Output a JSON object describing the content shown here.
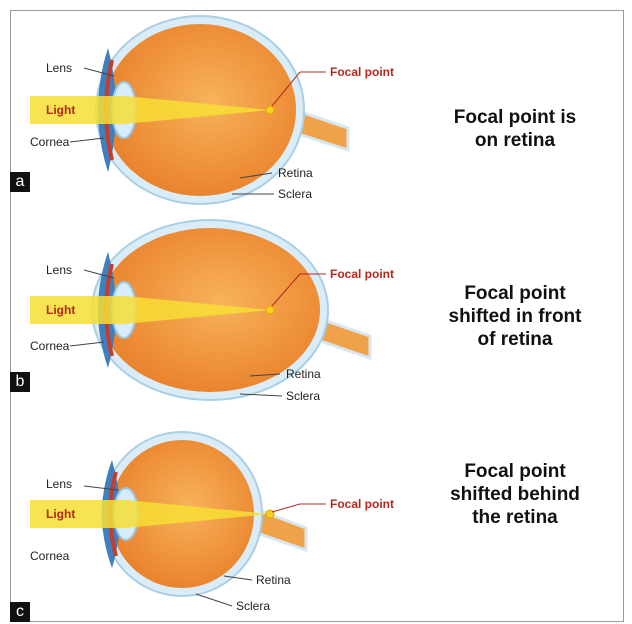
{
  "panels": [
    {
      "tag": "a",
      "labels": {
        "lens": "Lens",
        "light": "Light",
        "cornea": "Cornea",
        "focal": "Focal point",
        "retina": "Retina",
        "sclera": "Sclera"
      },
      "caption": [
        "Focal point is",
        "on retina"
      ],
      "focus": "on-retina"
    },
    {
      "tag": "b",
      "labels": {
        "lens": "Lens",
        "light": "Light",
        "cornea": "Cornea",
        "focal": "Focal point",
        "retina": "Retina",
        "sclera": "Sclera"
      },
      "caption": [
        "Focal point",
        "shifted in front",
        "of retina"
      ],
      "focus": "in-front-of-retina"
    },
    {
      "tag": "c",
      "labels": {
        "lens": "Lens",
        "light": "Light",
        "cornea": "Cornea",
        "focal": "Focal point",
        "retina": "Retina",
        "sclera": "Sclera"
      },
      "caption": [
        "Focal point",
        "shifted behind",
        "the retina"
      ],
      "focus": "behind-retina"
    }
  ],
  "colors": {
    "light_beam": "#f7de35",
    "eye_fill": "#f19a3c",
    "eye_outline": "#cfe6f3",
    "cornea": "#4f8fc9",
    "focal_dot": "#f6cf1f",
    "focal_label": "#b5281b"
  }
}
